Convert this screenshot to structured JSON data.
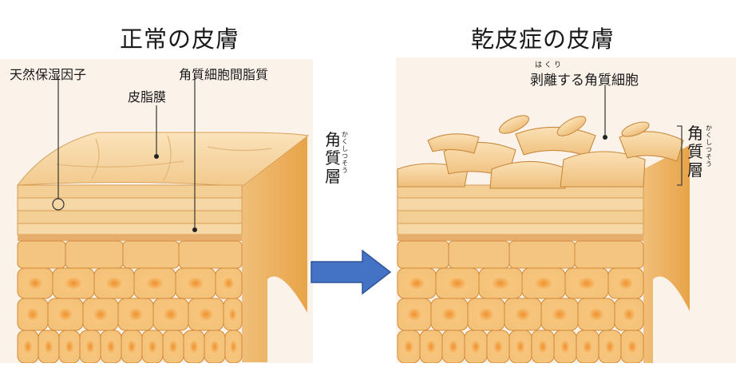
{
  "titles": {
    "normal": "正常の皮膚",
    "dry": "乾皮症の皮膚"
  },
  "normal_skin": {
    "labels": {
      "nmf": "天然保湿因子",
      "sebum_membrane": "皮脂膜",
      "intercellular_lipid": "角質細胞間脂質",
      "stratum_corneum": "角質層",
      "stratum_corneum_reading": "かくしつそう"
    }
  },
  "dry_skin": {
    "labels": {
      "peeling_cells": "剥離する角質細胞",
      "peeling_reading": "はくり",
      "stratum_corneum": "角質層",
      "stratum_corneum_reading": "かくしつそう"
    }
  },
  "colors": {
    "arrow": "#4472c4",
    "skin_light": "#f6d5a0",
    "skin_mid": "#f1be72",
    "skin_dark": "#e59a37",
    "nucleus": "#f28a2b"
  }
}
